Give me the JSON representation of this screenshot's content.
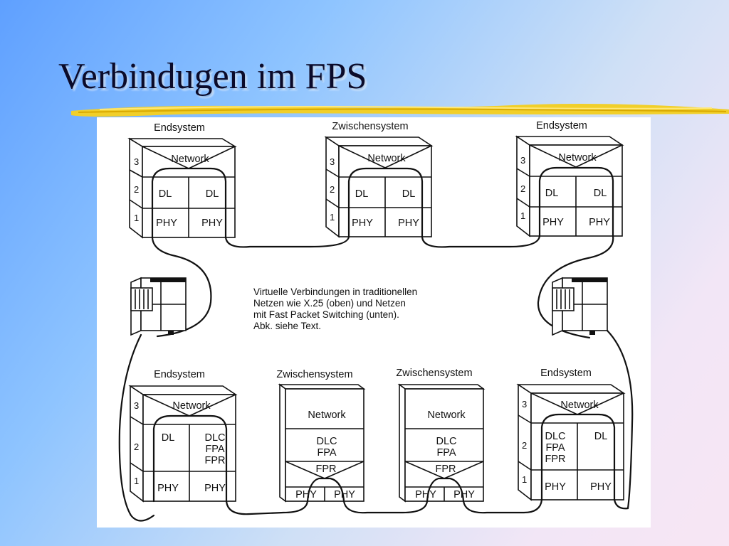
{
  "slide": {
    "title": "Verbindugen im FPS"
  },
  "diagram": {
    "top": {
      "left_title": "Endsystem",
      "mid_title": "Zwischensystem",
      "right_title": "Endsystem",
      "network": "Network",
      "dl": "DL",
      "phy": "PHY"
    },
    "bottom": {
      "left_title": "Endsystem",
      "mid1_title": "Zwischensystem",
      "mid2_title": "Zwischensystem",
      "right_title": "Endsystem",
      "network": "Network",
      "dl": "DL",
      "dlc": "DLC",
      "fpa": "FPA",
      "fpr": "FPR",
      "phy": "PHY"
    },
    "layer_numbers": [
      "3",
      "2",
      "1"
    ],
    "caption": [
      "Virtuelle Verbindungen in traditionellen",
      "Netzen wie X.25 (oben) und Netzen",
      "mit Fast Packet Switching (unten).",
      "Abk. siehe Text."
    ]
  }
}
